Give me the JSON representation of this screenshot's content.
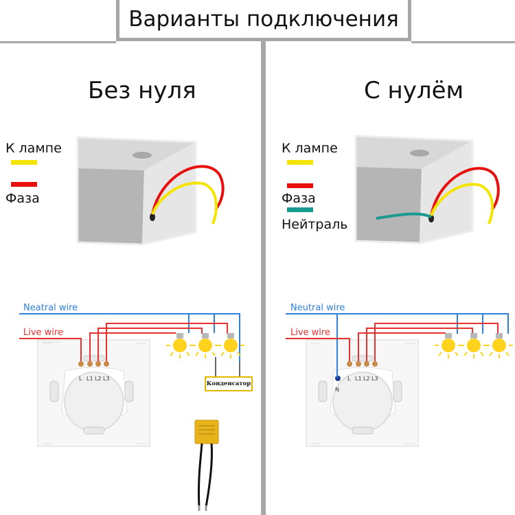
{
  "title": "Варианты подключения",
  "left": {
    "heading": "Без нуля",
    "legend": [
      {
        "label": "К лампе",
        "color": "#f5e400"
      },
      {
        "label": "Фаза",
        "color": "#e8100f"
      }
    ],
    "neutral_wire": "Neatral wire",
    "live_wire": "Live wire",
    "terminals": [
      "L",
      "L1",
      "L2",
      "L3"
    ],
    "capacitor_label": "Конденсатор"
  },
  "right": {
    "heading": "С нулём",
    "legend": [
      {
        "label": "К лампе",
        "color": "#f5e400"
      },
      {
        "label": "Фаза",
        "color": "#e8100f"
      },
      {
        "label": "Нейтраль",
        "color": "#1a9a8e"
      }
    ],
    "neutral_wire": "Neutral wire",
    "live_wire": "Live wire",
    "terminals": [
      "L",
      "L1",
      "L2",
      "L3"
    ],
    "neutral_terminal": "N"
  },
  "colors": {
    "neutral_line": "#2f7fe0",
    "live_line": "#e8302f",
    "bulb": "#ffd21e",
    "divider": "#a7a7a7"
  }
}
